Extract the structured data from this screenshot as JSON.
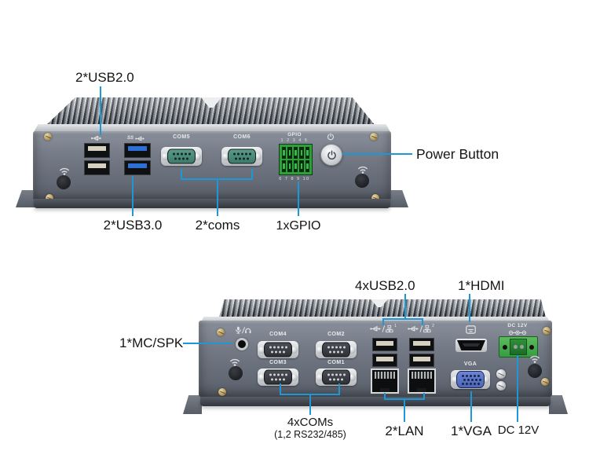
{
  "colors": {
    "accent_blue": "#1e97d6",
    "label_text": "#151515",
    "panel_gray": "#6e7580",
    "heatsink_light": "#d4d8dc",
    "gpio_green": "#2da03c",
    "usb3_blue": "#2e6fd6",
    "vga_blue": "#5c78cc",
    "com_teal": "#4f8d7d",
    "background": "#ffffff"
  },
  "icons": {
    "usb": "usb-trident-icon",
    "usb3": "usb3-ss-trident-icon",
    "usb_lan": "usb-lan-combo-icon",
    "hdmi": "hdmi-display-icon",
    "mic_spk": "mic-headphone-icon",
    "power": "power-icon",
    "wifi": "wifi-signal-icon",
    "dc_polarity": "minus-plus-minus-polarity-icon"
  },
  "top_view": {
    "callouts": {
      "usb2": "2*USB2.0",
      "usb3": "2*USB3.0",
      "coms": "2*coms",
      "gpio": "1xGPIO",
      "power": "Power Button"
    },
    "panel": {
      "usb3_badge": "SS",
      "com5": "COM5",
      "com6": "COM6",
      "gpio_title": "GPIO",
      "gpio_pins_top": "1 2 3 4 5",
      "gpio_pins_bottom": "6 7 8 9 10"
    }
  },
  "bottom_view": {
    "callouts": {
      "usb4": "4xUSB2.0",
      "hdmi": "1*HDMI",
      "mic_spk": "1*MC/SPK",
      "coms_title": "4xCOMs",
      "coms_sub": "(1,2 RS232/485)",
      "lan": "2*LAN",
      "vga": "1*VGA",
      "dc": "DC 12V"
    },
    "panel": {
      "com4": "COM4",
      "com2": "COM2",
      "com3": "COM3",
      "com1": "COM1",
      "usb_lan_1": "1",
      "usb_lan_2": "2",
      "vga_label": "VGA",
      "dc_label": "DC 12V"
    }
  }
}
